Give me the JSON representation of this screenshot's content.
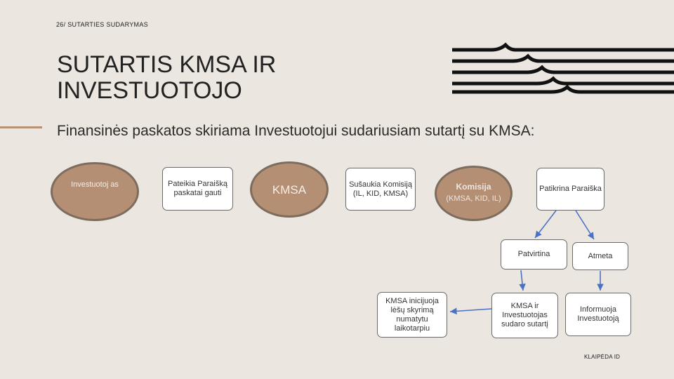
{
  "slide_number": "26/ SUTARTIES SUDARYMAS",
  "title": "SUTARTIS KMSA IR INVESTUOTOJO",
  "subtitle": "Finansinės paskatos skiriama Investuotojui sudariusiam sutartį su KMSA:",
  "footer": "KLAIPĖDA ID",
  "colors": {
    "background": "#ebe6df",
    "circle_fill": "#b48f73",
    "circle_border": "#7d6d5f",
    "accent": "#b69274",
    "arrow": "#4a72c4"
  },
  "nodes": {
    "investuotojas": "Investuotoj as",
    "pateikia": "Pateikia Paraišką paskatai gauti",
    "kmsa": "KMSA",
    "susaukia": "Sušaukia Komisiją (IL, KID, KMSA)",
    "komisija_title": "Komisija",
    "komisija_sub": "(KMSA, KID, IL)",
    "patikrina": "Patikrina Paraiška",
    "patvirtina": "Patvirtina",
    "atmeta": "Atmeta",
    "kmsa_inicijuoja": "KMSA inicijuoja lėšų skyrimą numatytu laikotarpiu",
    "kmsa_ir_investuotojas": "KMSA ir Investuotojas sudaro sutartį",
    "informuoja": "Informuoja Investuotoją"
  }
}
